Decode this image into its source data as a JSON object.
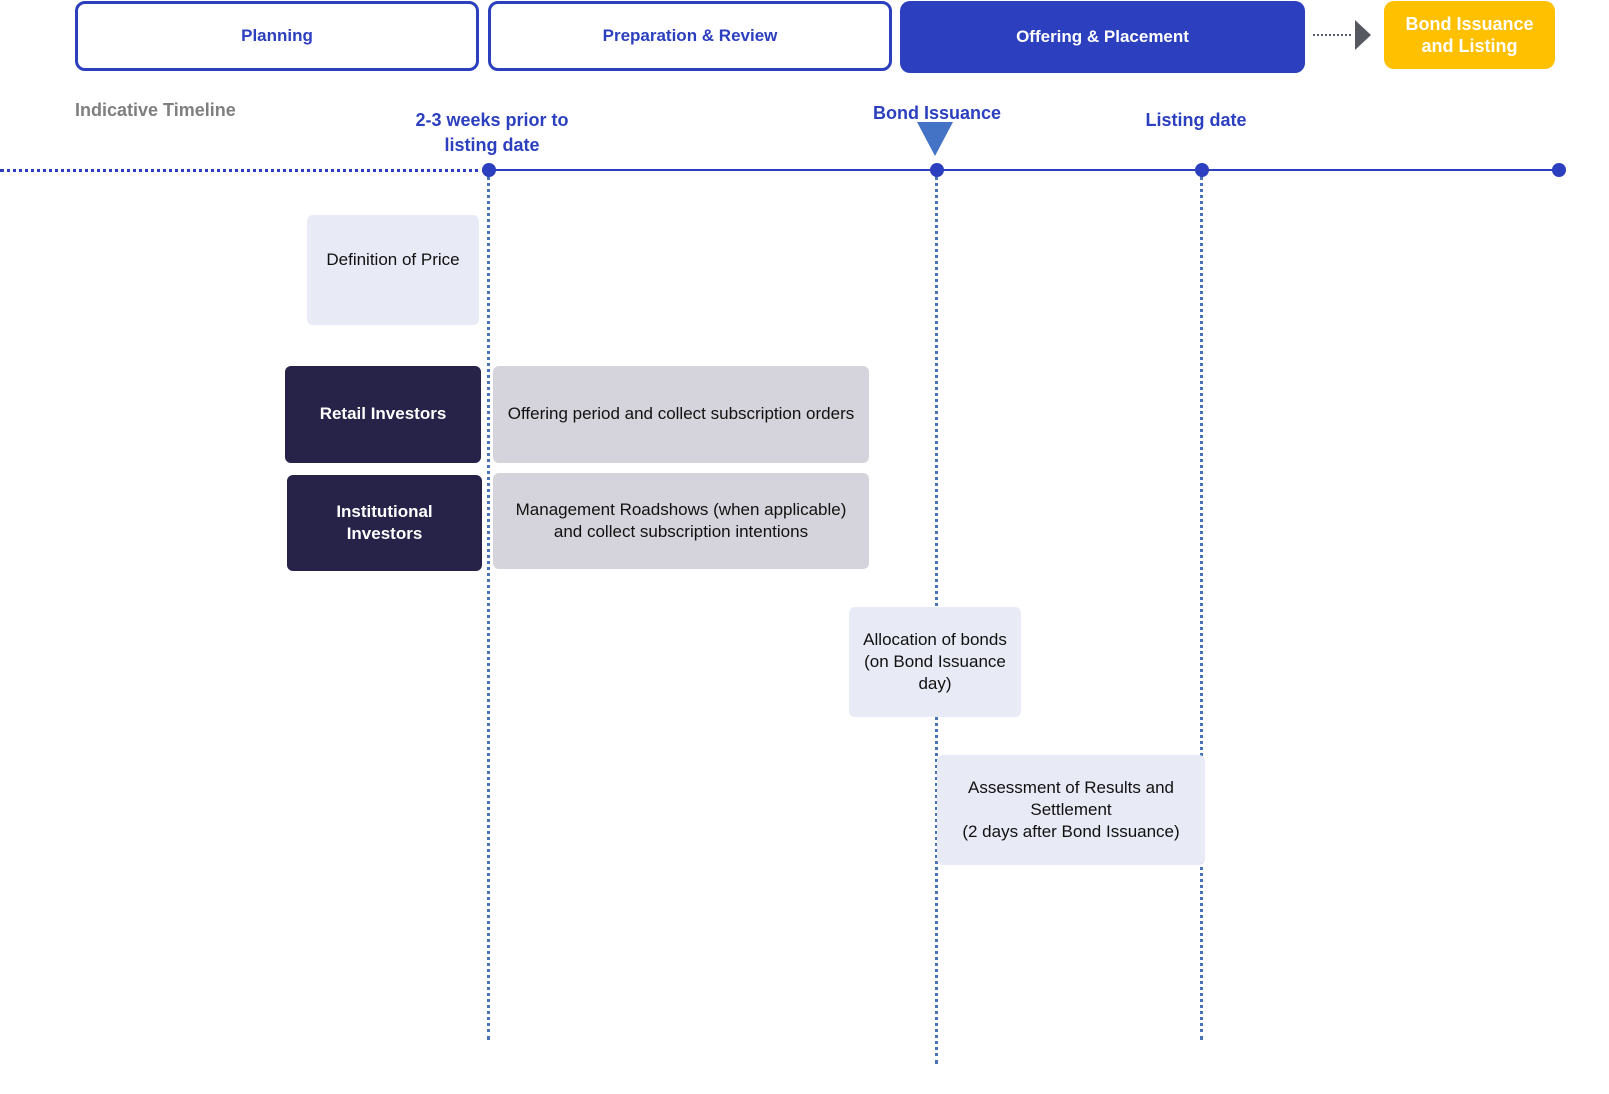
{
  "phases": [
    {
      "label": "Planning",
      "style": "outline"
    },
    {
      "label": "Preparation & Review",
      "style": "outline"
    },
    {
      "label": "Offering & Placement",
      "style": "active"
    },
    {
      "label": "Bond Issuance and Listing",
      "style": "final"
    }
  ],
  "timeline": {
    "title": "Indicative Timeline",
    "milestones": [
      {
        "label": "2-3 weeks prior to listing date"
      },
      {
        "label": "Bond Issuance"
      },
      {
        "label": "Listing date"
      }
    ]
  },
  "investors": {
    "retail": "Retail Investors",
    "institutional": "Institutional Investors"
  },
  "activities": {
    "definition_of_price": "Definition of Price",
    "offering_period": "Offering period and collect subscription orders",
    "roadshows": "Management Roadshows (when applicable) and collect subscription intentions",
    "allocation": "Allocation of bonds (on Bond Issuance day)",
    "assessment_line1": "Assessment of Results and Settlement",
    "assessment_line2": "(2 days after Bond Issuance)"
  },
  "colors": {
    "primary_blue": "#2b3fbf",
    "accent_yellow": "#ffc000",
    "dark_navy": "#262248",
    "light_box": "#e8eaf6",
    "grey_box": "#d5d4dc",
    "muted_text": "#7f7f7f"
  }
}
